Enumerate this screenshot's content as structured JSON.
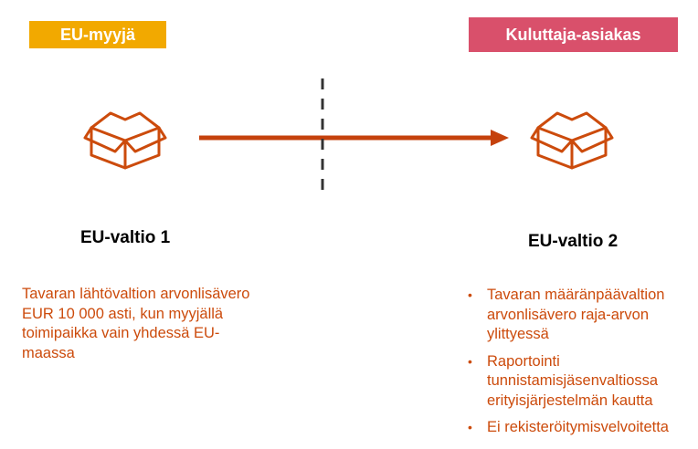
{
  "seller": {
    "label": "EU-myyjä",
    "color": "#f2a900"
  },
  "buyer": {
    "label": "Kuluttaja-asiakas",
    "color": "#d9506b"
  },
  "left": {
    "country": "EU-valtio 1",
    "description": "Tavaran lähtövaltion arvonlisävero EUR 10 000 asti, kun myyjällä toimipaikka vain yhdessä EU-maassa"
  },
  "right": {
    "country": "EU-valtio 2",
    "bullets": [
      "Tavaran määränpäävaltion arvonlisävero raja-arvon ylittyessä",
      "Raportointi tunnistamisjäsenvaltiossa erityisjärjestelmän kautta",
      "Ei rekisteröitymisvelvoitetta"
    ]
  },
  "icons": {
    "box": "package-box-icon",
    "arrow": "flow-arrow-icon"
  },
  "colors": {
    "accent": "#cc4b0c",
    "arrow": "#c5410c"
  }
}
